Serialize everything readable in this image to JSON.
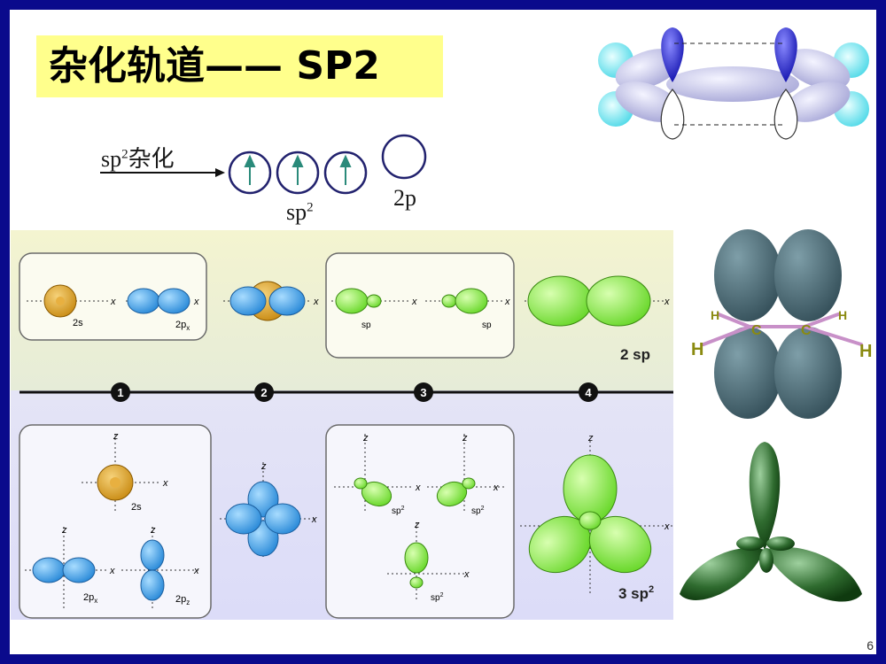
{
  "slide": {
    "title": "杂化轨道—— SP2",
    "page_number": "6"
  },
  "scheme": {
    "arrow_label_base": "sp",
    "arrow_label_sup": "2",
    "arrow_label_rest": "杂化",
    "hybrid_label_base": "sp",
    "hybrid_label_sup": "2",
    "p_label": "2p"
  },
  "diagram": {
    "axis_x": "x",
    "axis_z": "z",
    "top_row": {
      "s_label": "2s",
      "px_label_base": "2p",
      "px_label_sub": "x",
      "sp_label_a": "sp",
      "sp_label_b": "sp",
      "result_label": "2 sp"
    },
    "steps": [
      "1",
      "2",
      "3",
      "4"
    ],
    "bottom_row": {
      "s_label": "2s",
      "px_label_base": "2p",
      "px_label_sub": "x",
      "pz_label_base": "2p",
      "pz_label_sub": "z",
      "sp2_label_base": "sp",
      "sp2_label_sup": "2",
      "result_label_base": "3 sp",
      "result_label_sup": "2"
    }
  },
  "ethylene": {
    "h_small": "H",
    "h_large": "H",
    "c_atom": "C"
  },
  "colors": {
    "border": "#0a0a8c",
    "title_bg": "#ffff8c",
    "orbital_gold": "#d9a021",
    "orbital_blue": "#3aa0e6",
    "orbital_green": "#8ee84a",
    "orbital_teal": "#4e6e78",
    "orbital_darkgreen": "#2f6b2f"
  }
}
